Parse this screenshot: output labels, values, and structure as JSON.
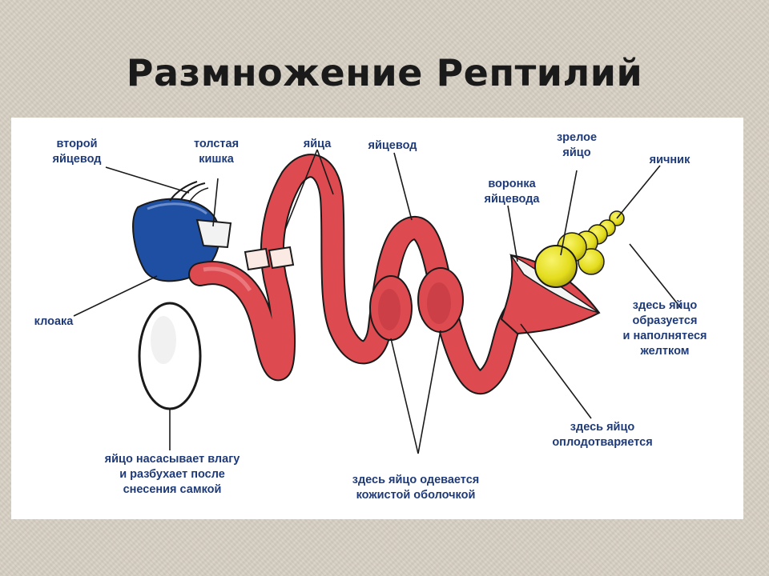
{
  "title": "Размножение Рептилий",
  "labels": {
    "second_oviduct": "второй\nяйцевод",
    "large_intestine": "толстая\nкишка",
    "eggs": "яйца",
    "oviduct": "яйцевод",
    "mature_egg": "зрелое\nяйцо",
    "ovary": "яичник",
    "oviduct_funnel": "воронка\nяйцевода",
    "cloaca": "клоака",
    "yolk_forming": "здесь яйцо\nобразуется\nи наполнятеся\nжелтком",
    "fertilized": "здесь яйцо\nоплодотваряется",
    "leathery_shell": "здесь яйцо одевается\nкожистой оболочкой",
    "laid_egg": "яйцо насасывает влагу\nи разбухает после\nснесения самкой"
  },
  "colors": {
    "oviduct": "#dd4a50",
    "oviduct_shade": "#b8323a",
    "cloaca": "#1f4fa3",
    "yolk": "#e3dc1c",
    "label_text": "#1e3a78"
  }
}
